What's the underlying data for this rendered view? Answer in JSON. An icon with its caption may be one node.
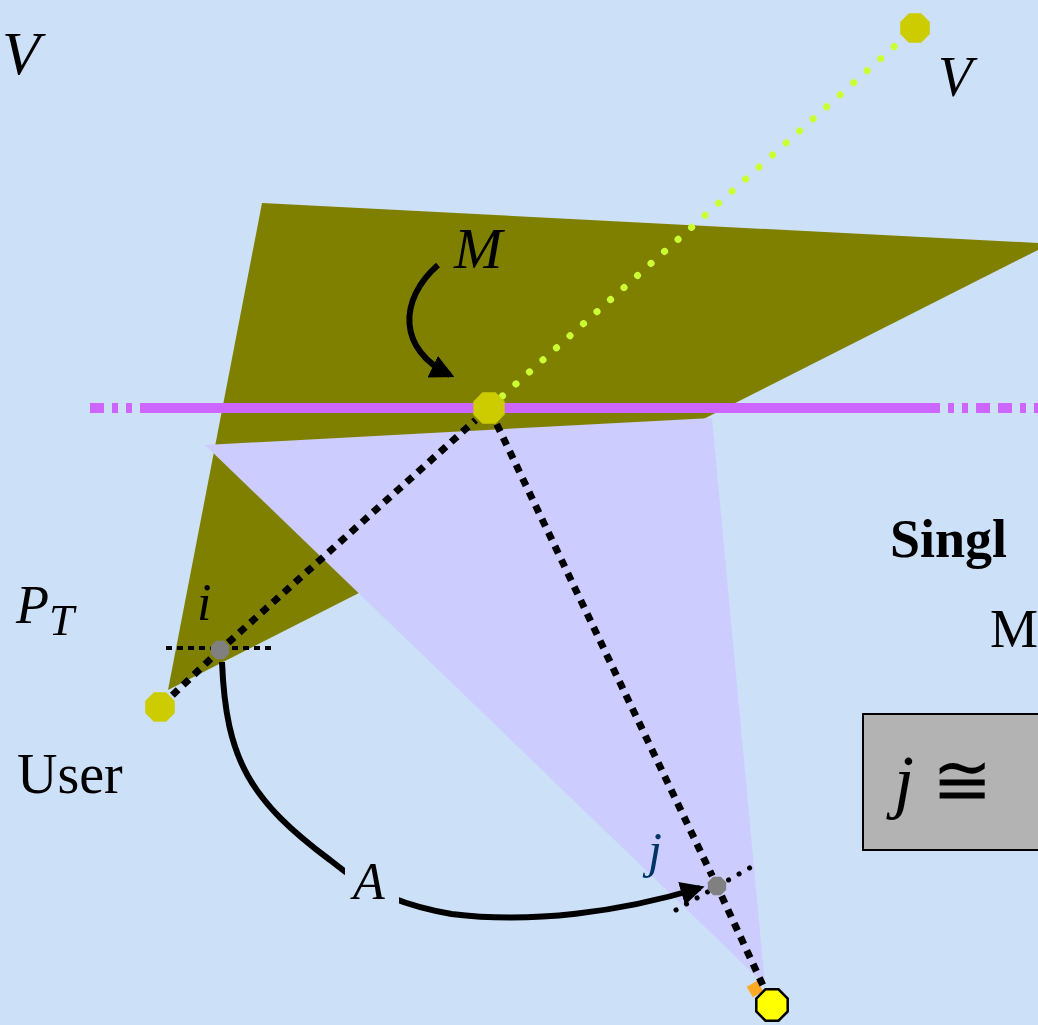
{
  "diagram": {
    "nodes": [
      {
        "text": [],
        "shape": "circle",
        "beside": [
          "V"
        ]
      },
      {
        "text": [
          "M"
        ]
      },
      {
        "text": [],
        "shape": "circle"
      },
      {
        "text": [],
        "shape": "circle",
        "beside": [
          "User"
        ]
      },
      {
        "text": [],
        "shape": "circle",
        "beside": [
          "i"
        ]
      },
      {
        "text": [],
        "shape": "circle",
        "beside": [
          "j"
        ]
      },
      {
        "text": [],
        "shape": "circle"
      },
      {
        "text": [
          "*j* ≅"
        ]
      }
    ],
    "edges": [
      {
        "from": 3,
        "to": 4,
        "arrow": "none",
        "style": "dashed"
      },
      {
        "from": 4,
        "to": 2,
        "arrow": "none",
        "style": "dashed"
      },
      {
        "from": 2,
        "to": 0,
        "arrow": "none",
        "style": "dashed",
        "color": "#ccff33"
      },
      {
        "from": 2,
        "to": 5,
        "arrow": "none",
        "style": "dashed"
      },
      {
        "from": 5,
        "to": 6,
        "arrow": "none",
        "style": "dashed"
      },
      {
        "from": 1,
        "to": 2,
        "arrow": "to"
      },
      {
        "from": 4,
        "to": 5,
        "arrow": "to",
        "label": "A"
      }
    ],
    "labels": [
      "V",
      "P$_{T}$",
      "Singl",
      "M"
    ]
  }
}
